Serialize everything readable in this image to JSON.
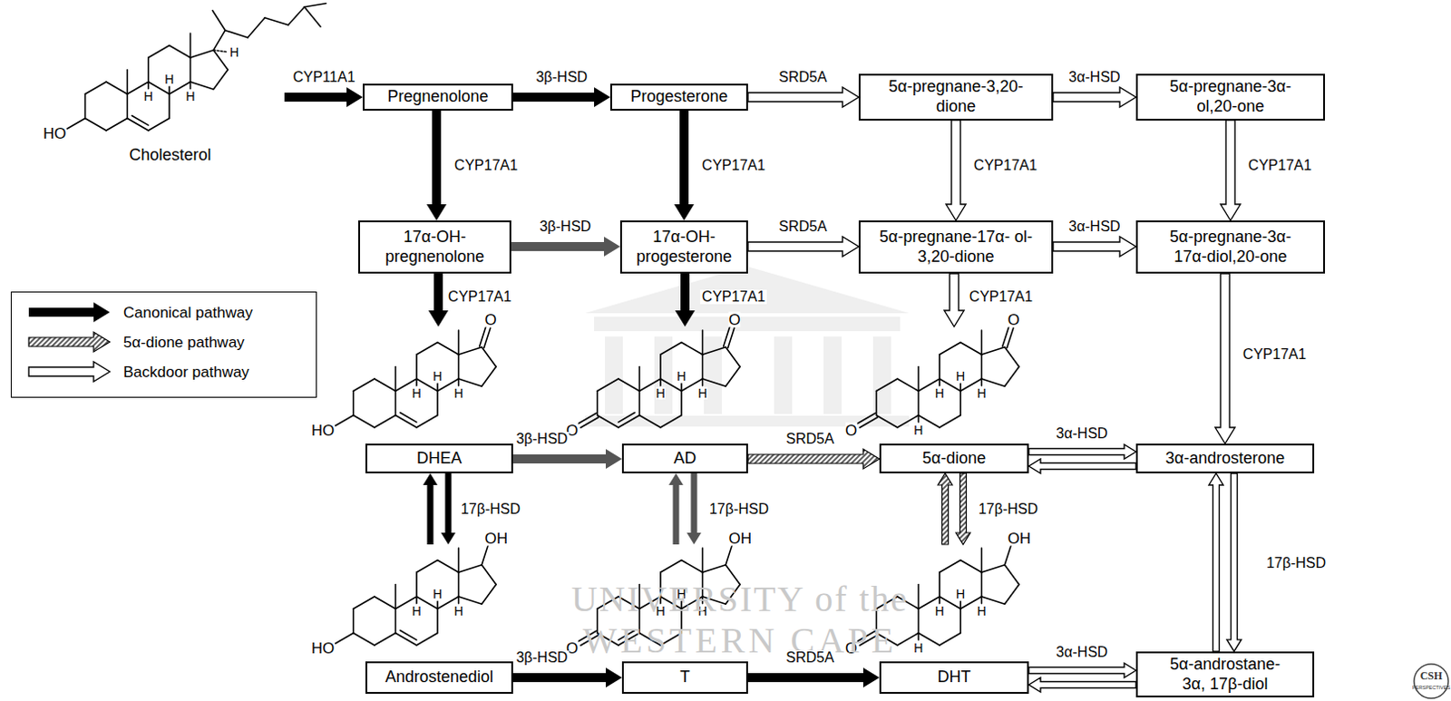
{
  "diagram": {
    "nodes": [
      {
        "text": [
          "Cholesterol"
        ]
      },
      {
        "text": [
          "Pregnenolone"
        ]
      },
      {
        "text": [
          "Progesterone"
        ]
      },
      {
        "text": [
          "5α-pregnane-3,20- dione"
        ]
      },
      {
        "text": [
          "5α-pregnane-3α- ol,20-one"
        ]
      },
      {
        "text": [
          "17α-OH- pregnenolone"
        ]
      },
      {
        "text": [
          "17α-OH- progesterone"
        ]
      },
      {
        "text": [
          "5α-pregnane-17α- ol-3,20-dione"
        ]
      },
      {
        "text": [
          "5α-pregnane-3α- 17α-diol,20-one"
        ]
      },
      {
        "text": [
          "DHEA"
        ]
      },
      {
        "text": [
          "AD"
        ]
      },
      {
        "text": [
          "5α-dione"
        ]
      },
      {
        "text": [
          "3α-androsterone"
        ]
      },
      {
        "text": [
          "Androstenediol"
        ]
      },
      {
        "text": [
          "T"
        ]
      },
      {
        "text": [
          "DHT"
        ]
      },
      {
        "text": [
          "5α-androstane- 3α, 17β-diol"
        ]
      }
    ],
    "edges": [
      {
        "from": 0,
        "to": 1,
        "label": "CYP11A1",
        "arrow": "to"
      },
      {
        "from": 1,
        "to": 2,
        "label": "3β-HSD",
        "arrow": "to"
      },
      {
        "from": 2,
        "to": 3,
        "label": "SRD5A",
        "arrow": "to"
      },
      {
        "from": 3,
        "to": 4,
        "label": "3α-HSD",
        "arrow": "to"
      },
      {
        "from": 1,
        "to": 5,
        "label": "CYP17A1",
        "arrow": "to"
      },
      {
        "from": 2,
        "to": 6,
        "label": "CYP17A1",
        "arrow": "to"
      },
      {
        "from": 3,
        "to": 7,
        "label": "CYP17A1",
        "arrow": "to"
      },
      {
        "from": 4,
        "to": 8,
        "label": "CYP17A1",
        "arrow": "to"
      },
      {
        "from": 5,
        "to": 6,
        "label": "3β-HSD",
        "arrow": "to"
      },
      {
        "from": 6,
        "to": 7,
        "label": "SRD5A",
        "arrow": "to"
      },
      {
        "from": 7,
        "to": 8,
        "label": "3α-HSD",
        "arrow": "to"
      },
      {
        "from": 5,
        "to": 9,
        "label": "CYP17A1",
        "arrow": "to"
      },
      {
        "from": 6,
        "to": 10,
        "label": "CYP17A1",
        "arrow": "to"
      },
      {
        "from": 7,
        "to": 11,
        "label": "CYP17A1",
        "arrow": "to"
      },
      {
        "from": 8,
        "to": 12,
        "label": "CYP17A1",
        "arrow": "to"
      },
      {
        "from": 9,
        "to": 10,
        "label": "3β-HSD",
        "arrow": "to"
      },
      {
        "from": 10,
        "to": 11,
        "label": "SRD5A",
        "arrow": "to"
      },
      {
        "from": 11,
        "to": 12,
        "label": "3α-HSD",
        "arrow": "both"
      },
      {
        "from": 9,
        "to": 13,
        "label": "17β-HSD",
        "arrow": "both"
      },
      {
        "from": 10,
        "to": 14,
        "label": "17β-HSD",
        "arrow": "both"
      },
      {
        "from": 11,
        "to": 15,
        "label": "17β-HSD",
        "arrow": "both"
      },
      {
        "from": 12,
        "to": 16,
        "label": "17β-HSD",
        "arrow": "both"
      },
      {
        "from": 13,
        "to": 14,
        "label": "3β-HSD",
        "arrow": "to"
      },
      {
        "from": 14,
        "to": 15,
        "label": "SRD5A",
        "arrow": "to"
      },
      {
        "from": 15,
        "to": 16,
        "label": "3α-HSD",
        "arrow": "both"
      }
    ],
    "labels": [
      "HO",
      "H",
      "H",
      "H",
      "H",
      "HO",
      "O",
      "H",
      "H",
      "H",
      "O",
      "O",
      "H",
      "H",
      "H",
      "O",
      "O",
      "H",
      "H",
      "H",
      "H",
      "HO",
      "OH",
      "H",
      "H",
      "H",
      "O",
      "OH",
      "H",
      "H",
      "H",
      "O",
      "OH",
      "H",
      "H",
      "H",
      "H",
      "UNIVERSITY of the",
      "WESTERN CAPE",
      "CSH",
      "PERSPECTIVES"
    ],
    "legend": [
      {
        "text": "Canonical pathway"
      },
      {
        "text": "5α-dione pathway"
      },
      {
        "text": "Backdoor pathway"
      }
    ]
  }
}
